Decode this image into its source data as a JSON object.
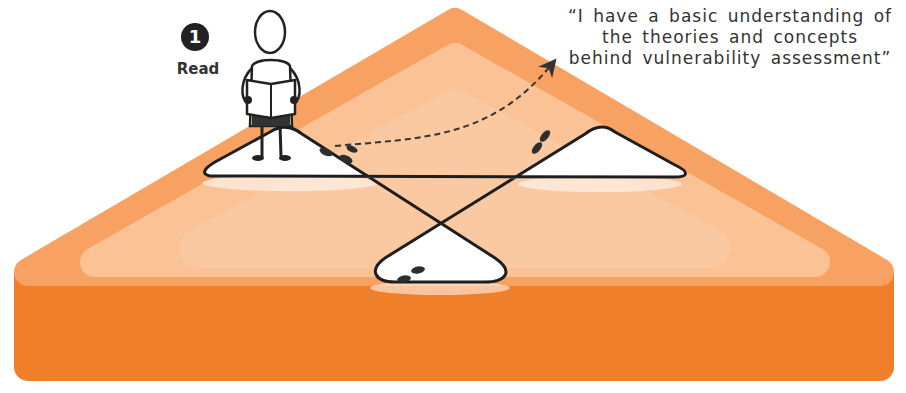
{
  "diagram": {
    "labels": [
      "1",
      "Read",
      "“I have a basic understanding of the theories and concepts behind vulnerability assessment”"
    ]
  }
}
